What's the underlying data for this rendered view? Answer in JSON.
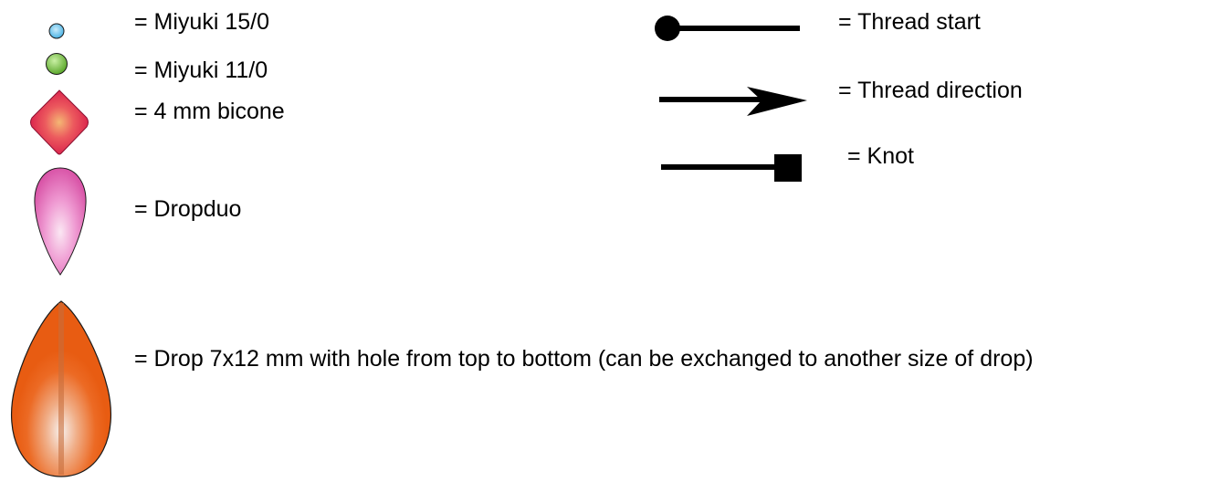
{
  "legend": {
    "beads": [
      {
        "icon": "miyuki-15-0-bead-icon",
        "label": "= Miyuki 15/0",
        "color": "#6ec6ee"
      },
      {
        "icon": "miyuki-11-0-bead-icon",
        "label": "= Miyuki 11/0",
        "color": "#7cc24a"
      },
      {
        "icon": "bicone-4mm-bead-icon",
        "label": "= 4 mm bicone",
        "color": "#e0305a"
      },
      {
        "icon": "dropduo-bead-icon",
        "label": "= Dropduo",
        "color": "#e46cb6"
      },
      {
        "icon": "drop-7x12-bead-icon",
        "label": "= Drop 7x12 mm with hole from top to bottom (can be exchanged to another size of drop)",
        "color": "#ee5e18"
      }
    ],
    "threads": [
      {
        "icon": "thread-start-icon",
        "label": "= Thread start"
      },
      {
        "icon": "thread-direction-icon",
        "label": "= Thread direction"
      },
      {
        "icon": "knot-icon",
        "label": "= Knot"
      }
    ]
  }
}
